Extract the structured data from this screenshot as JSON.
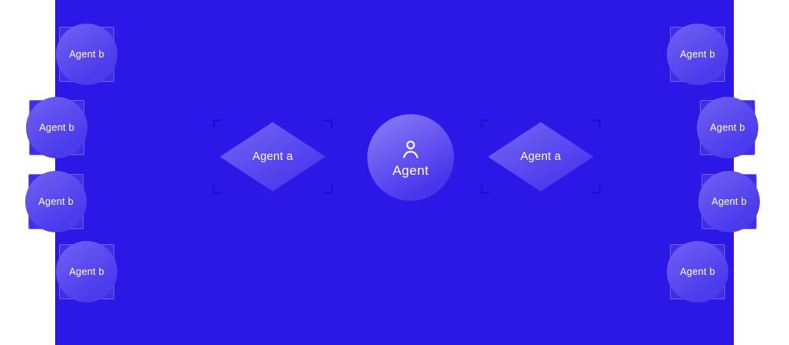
{
  "diagram": {
    "center": {
      "label": "Agent",
      "icon": "person-icon"
    },
    "diamonds": [
      {
        "label": "Agent a"
      },
      {
        "label": "Agent a"
      }
    ],
    "left_nodes": [
      {
        "label": "Agent b"
      },
      {
        "label": "Agent b"
      },
      {
        "label": "Agent b"
      },
      {
        "label": "Agent b"
      }
    ],
    "right_nodes": [
      {
        "label": "Agent b"
      },
      {
        "label": "Agent b"
      },
      {
        "label": "Agent b"
      },
      {
        "label": "Agent b"
      }
    ],
    "colors": {
      "canvas": "#2c18e6",
      "node_fill": "#5a4aee",
      "node_square": "#3e2eea",
      "diamond_fill": "#5c4cef",
      "center_fill": "#6a5cf2",
      "text": "#ffffff",
      "handle": "#1a0ec2"
    }
  }
}
